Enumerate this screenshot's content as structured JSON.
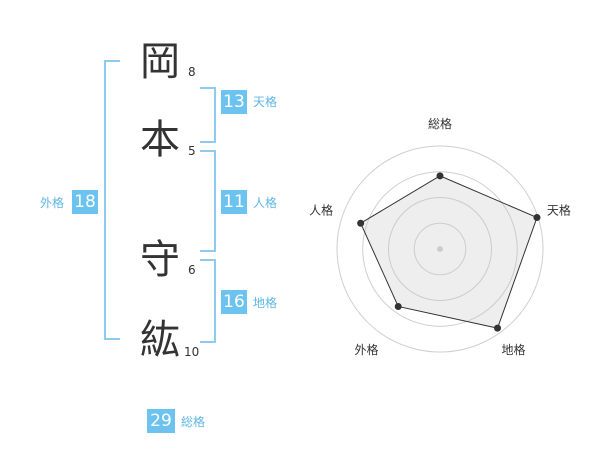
{
  "name": {
    "chars": [
      {
        "char": "岡",
        "strokes": "8"
      },
      {
        "char": "本",
        "strokes": "5"
      },
      {
        "char": "守",
        "strokes": "6"
      },
      {
        "char": "紘",
        "strokes": "10"
      }
    ]
  },
  "kaku": {
    "tenkaku": {
      "value": "13",
      "label": "天格"
    },
    "jinkaku": {
      "value": "11",
      "label": "人格"
    },
    "chikaku": {
      "value": "16",
      "label": "地格"
    },
    "gaikaku": {
      "value": "18",
      "label": "外格"
    },
    "soukaku": {
      "value": "29",
      "label": "総格"
    }
  },
  "colors": {
    "accent": "#6cc3f0",
    "bracket": "#8fcbf0",
    "text": "#333333"
  },
  "chart_data": {
    "type": "radar",
    "axes": [
      "総格",
      "天格",
      "地格",
      "外格",
      "人格"
    ],
    "values": [
      0.71,
      0.99,
      0.95,
      0.69,
      0.81
    ],
    "rings": 4,
    "max": 1
  }
}
